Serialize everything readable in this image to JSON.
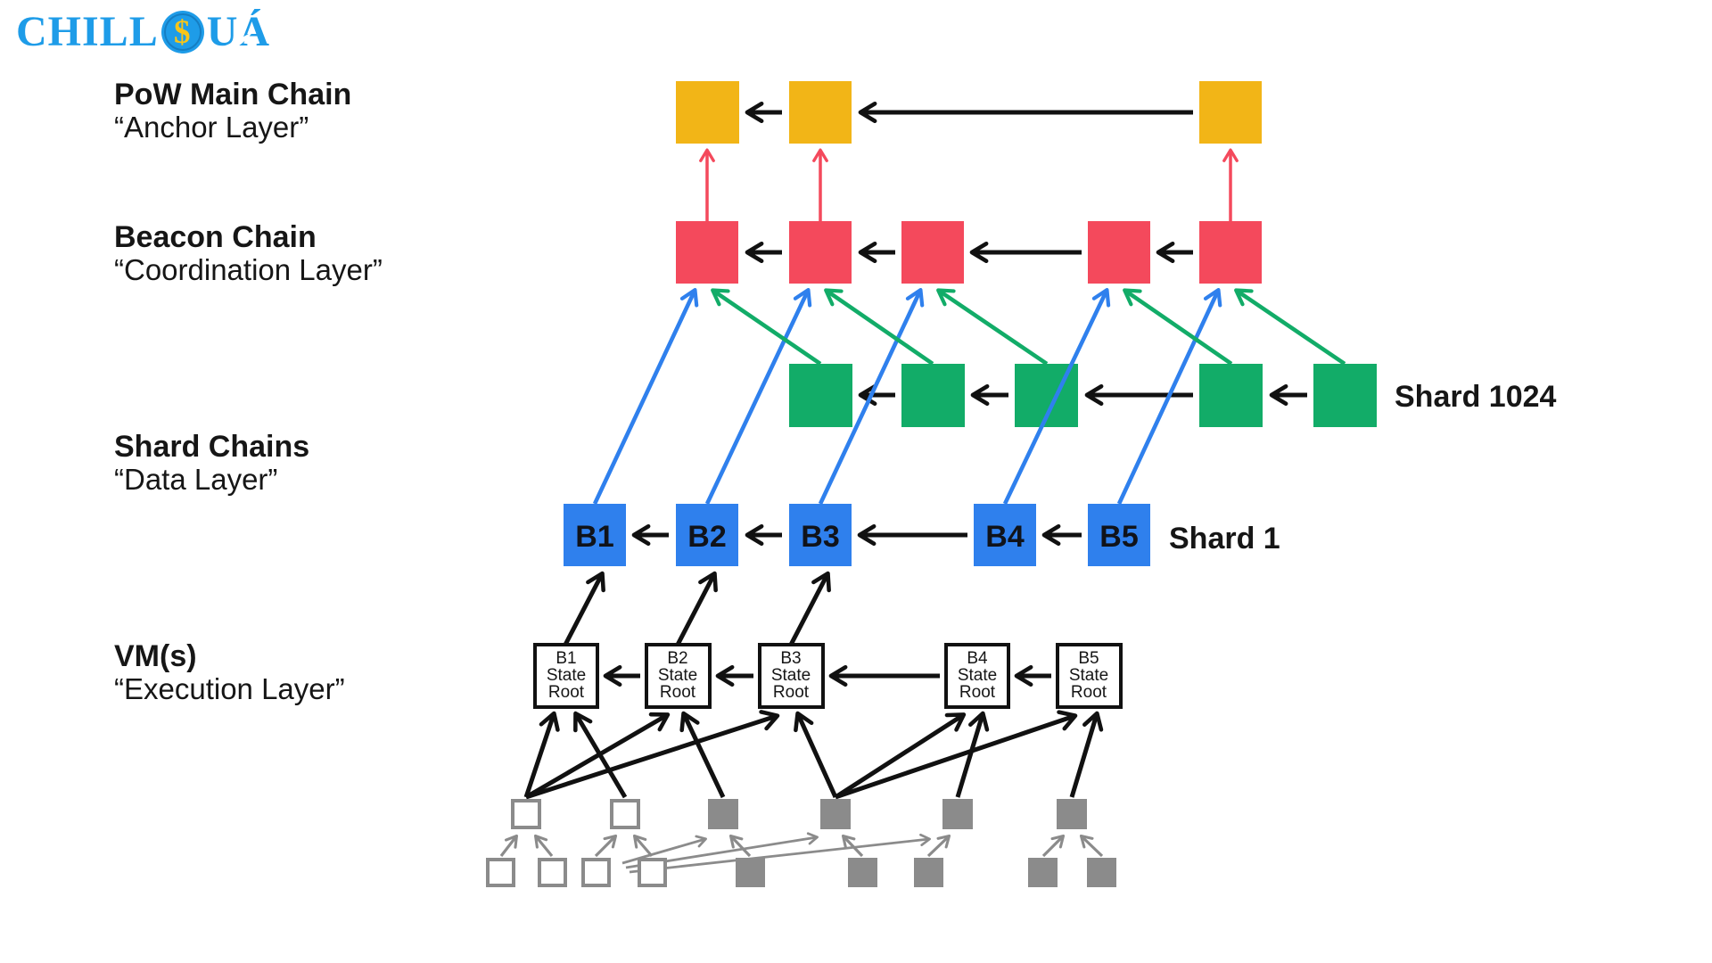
{
  "logo": {
    "part1": "CHILL",
    "dollar": "$",
    "part2": "UÁ"
  },
  "layers": [
    {
      "title": "PoW Main Chain",
      "subtitle": "“Anchor Layer”"
    },
    {
      "title": "Beacon Chain",
      "subtitle": "“Coordination Layer”"
    },
    {
      "title": "Shard Chains",
      "subtitle": "“Data Layer”"
    },
    {
      "title": "VM(s)",
      "subtitle": "“Execution Layer”"
    }
  ],
  "shard1": {
    "blocks": [
      "B1",
      "B2",
      "B3",
      "B4",
      "B5"
    ],
    "label": "Shard 1"
  },
  "shard1024": {
    "label": "Shard 1024"
  },
  "state_roots": [
    [
      "B1",
      "State",
      "Root"
    ],
    [
      "B2",
      "State",
      "Root"
    ],
    [
      "B3",
      "State",
      "Root"
    ],
    [
      "B4",
      "State",
      "Root"
    ],
    [
      "B5",
      "State",
      "Root"
    ]
  ],
  "colors": {
    "brand_blue": "#1E9CE8",
    "dollar_yellow": "#F7C519",
    "block_gold": "#F2B517",
    "block_red": "#F4495C",
    "block_green": "#12AC68",
    "block_blue": "#2F80ED",
    "tree_gray": "#8B8B8B",
    "line_black": "#111111",
    "ink": "#161616"
  }
}
